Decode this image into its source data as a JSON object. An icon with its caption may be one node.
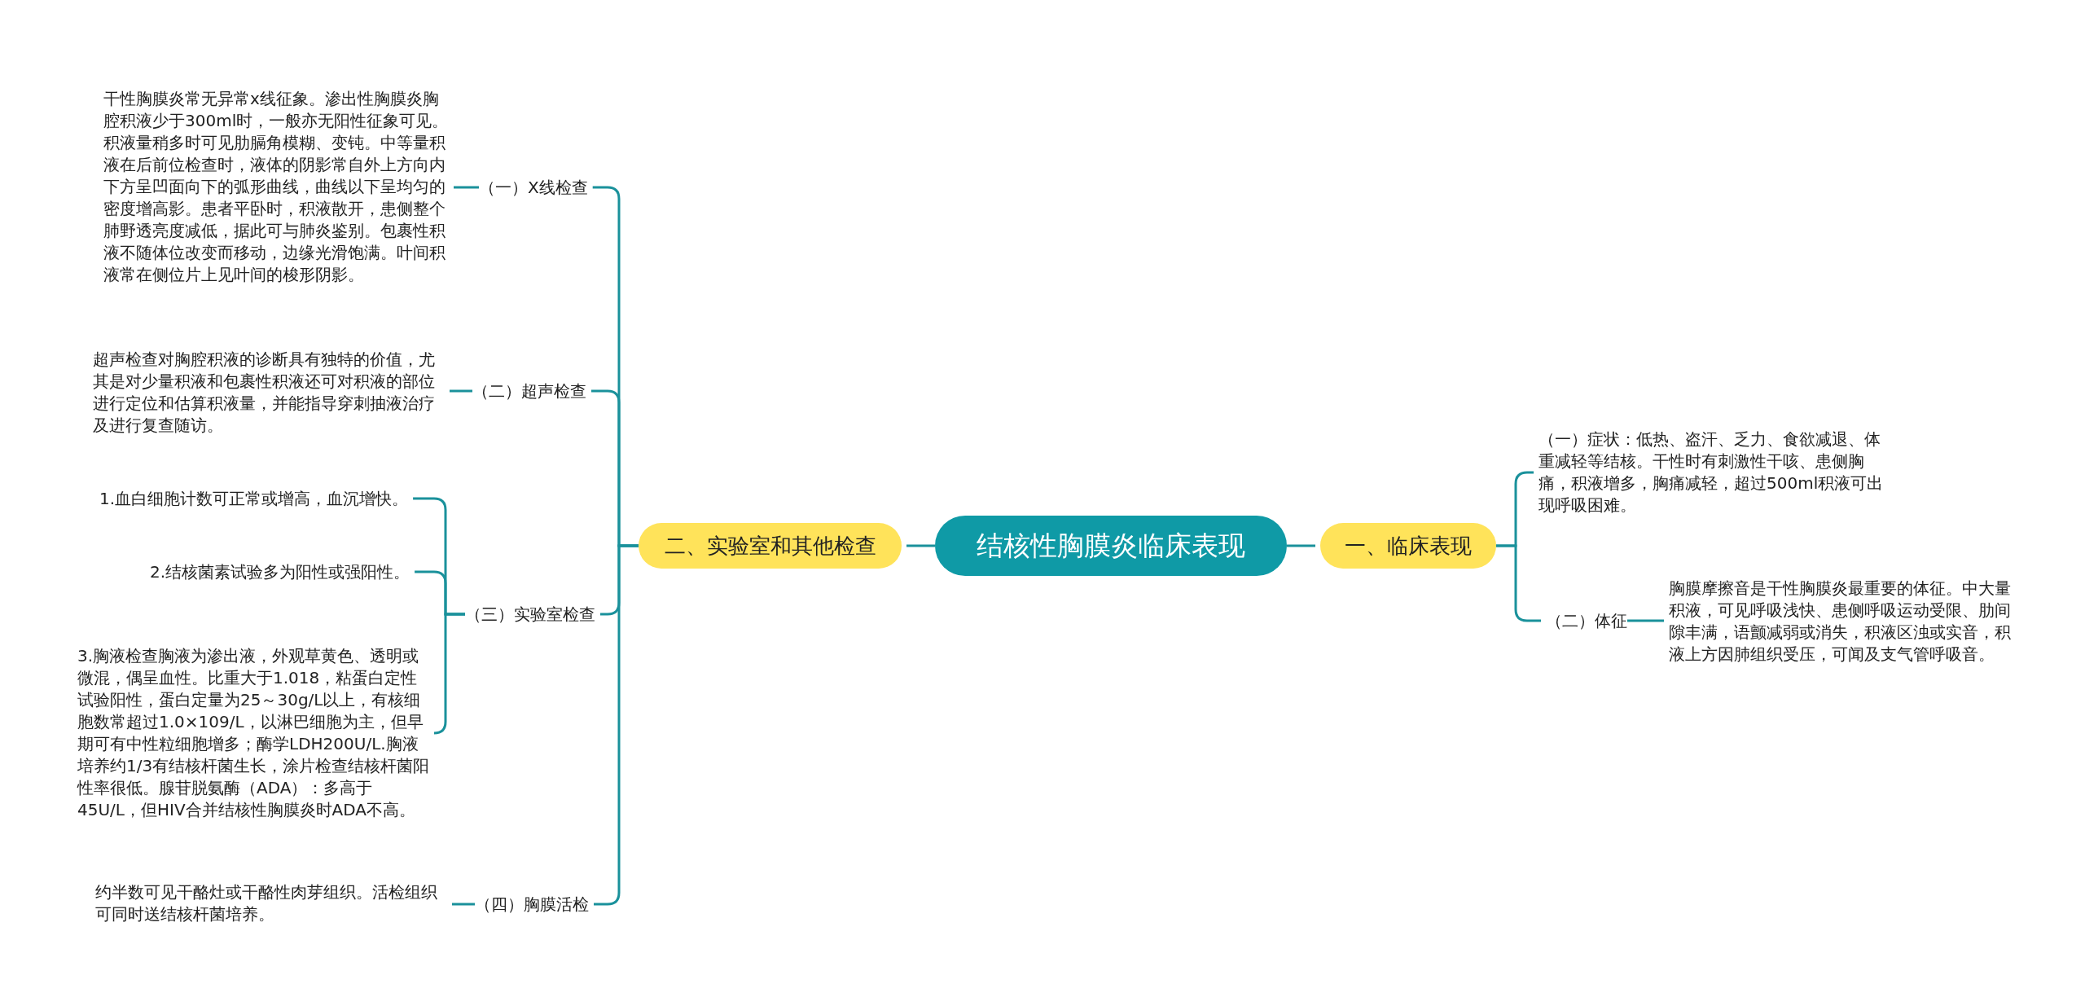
{
  "diagram": {
    "nodes": [
      {
        "text": [
          "结核性胸膜炎临床表现"
        ]
      },
      {
        "text": [
          "一、临床表现"
        ]
      },
      {
        "text": [
          "（一）症状：低热、盗汗、乏力、食欲减退、体重减轻等结核。干性时有刺激性干咳、患侧胸痛，积液增多，胸痛减轻，超过500ml积液可出现呼吸困难。"
        ]
      },
      {
        "text": [
          "（二）体征"
        ]
      },
      {
        "text": [
          "胸膜摩擦音是干性胸膜炎最重要的体征。中大量积液，可见呼吸浅快、患侧呼吸运动受限、肋间隙丰满，语颤减弱或消失，积液区浊或实音，积液上方因肺组织受压，可闻及支气管呼吸音。"
        ]
      },
      {
        "text": [
          "二、实验室和其他检查"
        ]
      },
      {
        "text": [
          "（一）X线检查"
        ]
      },
      {
        "text": [
          "干性胸膜炎常无异常x线征象。渗出性胸膜炎胸腔积液少于300ml时，一般亦无阳性征象可见。积液量稍多时可见肋膈角模糊、变钝。中等量积液在后前位检查时，液体的阴影常自外上方向内下方呈凹面向下的弧形曲线，曲线以下呈均匀的密度增高影。患者平卧时，积液散开，患侧整个肺野透亮度减低，据此可与肺炎鉴别。包裹性积液不随体位改变而移动，边缘光滑饱满。叶间积液常在侧位片上见叶间的梭形阴影。"
        ]
      },
      {
        "text": [
          "（二）超声检查"
        ]
      },
      {
        "text": [
          "超声检查对胸腔积液的诊断具有独特的价值，尤其是对少量积液和包裹性积液还可对积液的部位进行定位和估算积液量，并能指导穿刺抽液治疗及进行复查随访。"
        ]
      },
      {
        "text": [
          "（三）实验室检查"
        ]
      },
      {
        "text": [
          "1.血白细胞计数可正常或增高，血沉增快。"
        ]
      },
      {
        "text": [
          "2.结核菌素试验多为阳性或强阳性。"
        ]
      },
      {
        "text": [
          "3.胸液检查胸液为渗出液，外观草黄色、透明或微混，偶呈血性。比重大于1.018，粘蛋白定性试验阳性，蛋白定量为25～30g/L以上，有核细胞数常超过1.0×109/L，以淋巴细胞为主，但早期可有中性粒细胞增多；酶学LDH200U/L.胸液培养约1/3有结核杆菌生长，涂片检查结核杆菌阳性率很低。腺苷脱氨酶（ADA）：多高于45U/L，但HIV合并结核性胸膜炎时ADA不高。"
        ]
      },
      {
        "text": [
          "（四）胸膜活检"
        ]
      },
      {
        "text": [
          "约半数可见干酪灶或干酪性肉芽组织。活检组织可同时送结核杆菌培养。"
        ]
      }
    ],
    "edges": [
      {
        "from": 0,
        "to": 1,
        "arrow": "none"
      },
      {
        "from": 0,
        "to": 5,
        "arrow": "none"
      },
      {
        "from": 1,
        "to": 2,
        "arrow": "none"
      },
      {
        "from": 1,
        "to": 3,
        "arrow": "none"
      },
      {
        "from": 3,
        "to": 4,
        "arrow": "none"
      },
      {
        "from": 5,
        "to": 6,
        "arrow": "none"
      },
      {
        "from": 5,
        "to": 8,
        "arrow": "none"
      },
      {
        "from": 5,
        "to": 10,
        "arrow": "none"
      },
      {
        "from": 5,
        "to": 14,
        "arrow": "none"
      },
      {
        "from": 6,
        "to": 7,
        "arrow": "none"
      },
      {
        "from": 8,
        "to": 9,
        "arrow": "none"
      },
      {
        "from": 10,
        "to": 11,
        "arrow": "none"
      },
      {
        "from": 10,
        "to": 12,
        "arrow": "none"
      },
      {
        "from": 10,
        "to": 13,
        "arrow": "none"
      },
      {
        "from": 14,
        "to": 15,
        "arrow": "none"
      }
    ]
  }
}
